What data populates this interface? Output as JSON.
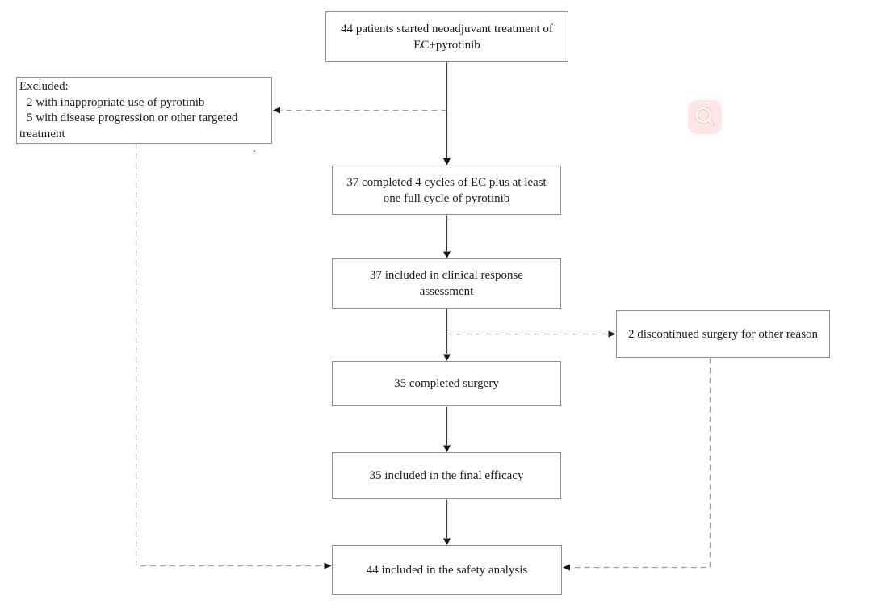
{
  "diagram": {
    "nodes": {
      "start": "44 patients started neoadjuvant treatment of\nEC+pyrotinib",
      "excluded": {
        "title": "Excluded:",
        "items": [
          "2 with inappropriate use of pyrotinib",
          "5 with disease progression or other targeted\ntreatment"
        ]
      },
      "cycles": "37 completed 4 cycles of EC plus at least\none full cycle of pyrotinib",
      "clinical": "37 included in clinical response\nassessment",
      "discontinued": "2 discontinued surgery for other reason",
      "surgery": "35 completed surgery",
      "efficacy": "35 included in the final efficacy",
      "safety": "44 included in the safety analysis",
      "stray_dot": "."
    },
    "colors": {
      "box_border": "#8f8f8f",
      "text": "#1c1c1c",
      "solid_line": "#3d3d3d",
      "dashed_line": "#9e9e9e",
      "arrowhead": "#161616"
    }
  },
  "overlay": {
    "search_button": {
      "icon": "magnifier",
      "background": "#fce7e6",
      "glyph_halo": "#f5cbc7",
      "glyph_stroke": "#ffffff"
    }
  }
}
